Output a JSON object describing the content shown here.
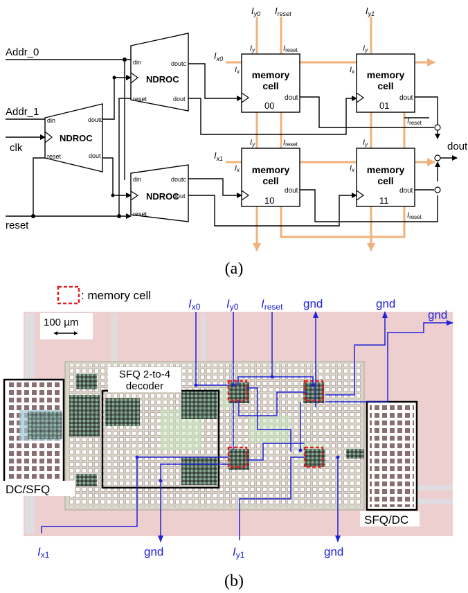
{
  "part_a": {
    "caption": "(a)",
    "inputs": {
      "addr0": "Addr_0",
      "addr1": "Addr_1",
      "clk": "clk",
      "reset": "reset"
    },
    "ndroc": {
      "name": "NDROC",
      "din": "din",
      "doutc": "doutc",
      "reset": "reset",
      "dout": "dout"
    },
    "memory_cell": {
      "title_line1": "memory",
      "title_line2": "cell",
      "dout": "dout",
      "iy": "I",
      "iy_sub": "y",
      "ix": "I",
      "ix_sub": "x",
      "ireset": "I",
      "ireset_sub": "reset"
    },
    "cell_labels": [
      "00",
      "01",
      "10",
      "11"
    ],
    "bias": {
      "iy0_main": "I",
      "iy0_sub": "y0",
      "ireset_main": "I",
      "ireset_sub": "reset",
      "iy1_main": "I",
      "iy1_sub": "y1",
      "ix0_main": "I",
      "ix0_sub": "x0",
      "ix1_main": "I",
      "ix1_sub": "x1"
    },
    "output": "dout"
  },
  "part_b": {
    "caption": "(b)",
    "legend": ": memory cell",
    "scale_bar": "100 µm",
    "block_labels": {
      "dcsfq": "DC/SFQ",
      "decoder_line1": "SFQ 2-to-4",
      "decoder_line2": "decoder",
      "sfqdc": "SFQ/DC"
    },
    "top_labels": [
      {
        "main": "I",
        "sub": "x0"
      },
      {
        "main": "I",
        "sub": "y0"
      },
      {
        "main": "I",
        "sub": "reset"
      },
      {
        "main": "gnd",
        "sub": ""
      },
      {
        "main": "gnd",
        "sub": ""
      },
      {
        "main": "gnd",
        "sub": ""
      }
    ],
    "bottom_labels": [
      {
        "main": "I",
        "sub": "x1"
      },
      {
        "main": "gnd",
        "sub": ""
      },
      {
        "main": "I",
        "sub": "y1"
      },
      {
        "main": "gnd",
        "sub": ""
      }
    ],
    "colors": {
      "bias_line": "#1f22d6",
      "bias_arrow": "#f0b27a",
      "chip_bg": "#eecfd0",
      "highlight": "#e02020"
    }
  }
}
